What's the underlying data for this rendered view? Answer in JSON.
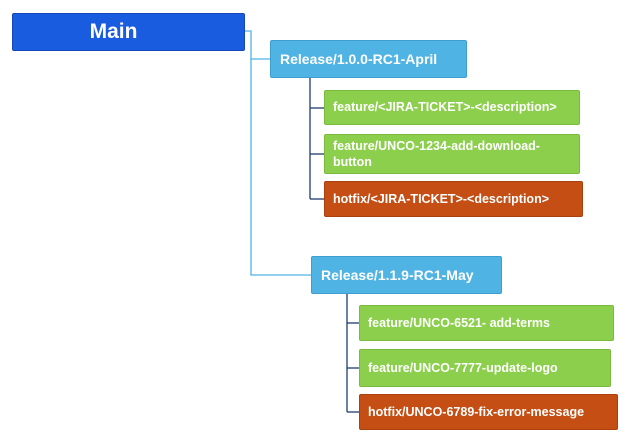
{
  "root": {
    "label": "Main"
  },
  "releases": [
    {
      "label": "Release/1.0.0-RC1-April",
      "branches": [
        {
          "type": "feature",
          "label": "feature/<JIRA-TICKET>-<description>"
        },
        {
          "type": "feature",
          "label": "feature/UNCO-1234-add-download-button"
        },
        {
          "type": "hotfix",
          "label": "hotfix/<JIRA-TICKET>-<description>"
        }
      ]
    },
    {
      "label": "Release/1.1.9-RC1-May",
      "branches": [
        {
          "type": "feature",
          "label": "feature/UNCO-6521- add-terms"
        },
        {
          "type": "feature",
          "label": "feature/UNCO-7777-update-logo"
        },
        {
          "type": "hotfix",
          "label": "hotfix/UNCO-6789-fix-error-message"
        }
      ]
    }
  ],
  "colors": {
    "main": "#1a5ce0",
    "release": "#4fb3e3",
    "feature": "#8ccf4d",
    "hotfix": "#c44e14",
    "connector_light": "#4fb3e3",
    "connector_dark": "#1f3c6e"
  }
}
